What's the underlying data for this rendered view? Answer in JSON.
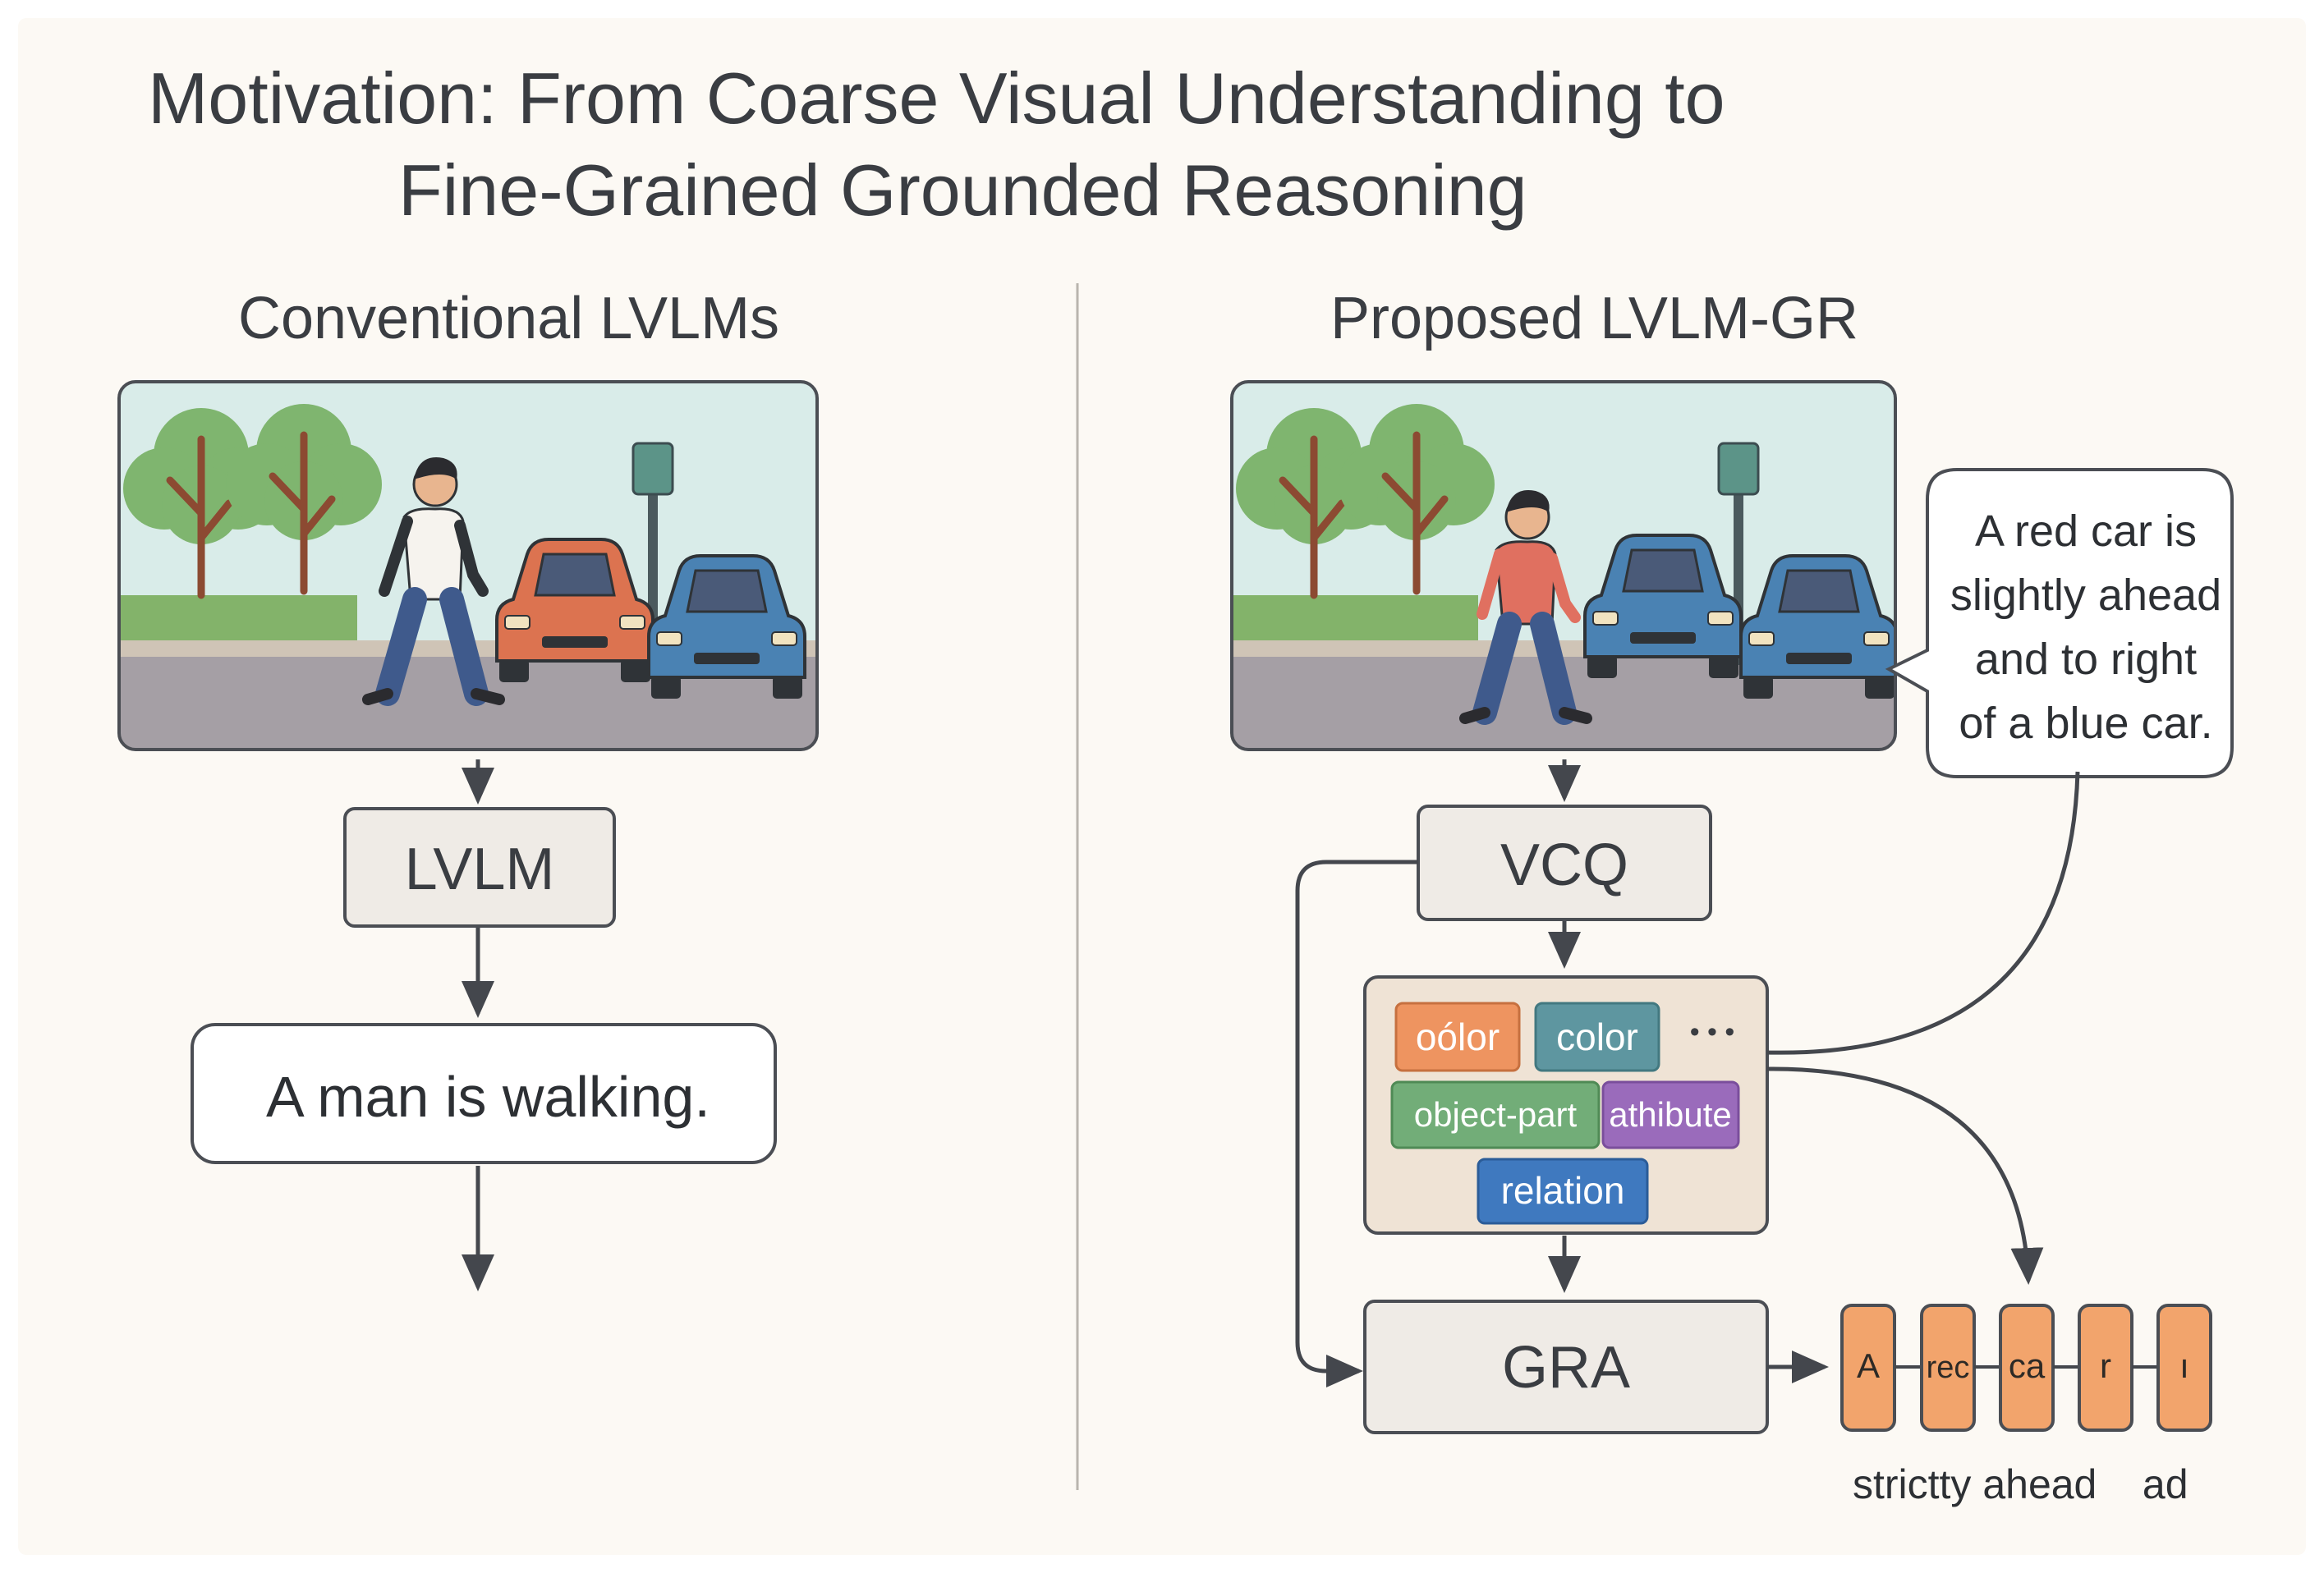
{
  "title": {
    "line1": "Motivation: From Coarse Visual Understanding to",
    "line2": "Fine-Grained Grounded Reasoning"
  },
  "left_panel": {
    "heading": "Conventional LVLMs",
    "model_label": "LVLM",
    "output_caption": "A man is walking."
  },
  "right_panel": {
    "heading": "Proposed LVLM-GR",
    "bubble_lines": [
      "A red car is",
      "slightly ahead",
      "and to right",
      "of a blue car."
    ],
    "vcq_label": "VCQ",
    "gra_label": "GRA",
    "chips": {
      "color_1": "oólor",
      "color_2": "color",
      "ellipsis": "• • •",
      "object_part": "object-part",
      "attribute": "athibute",
      "relation": "relation"
    },
    "tokens": [
      "A",
      "rec",
      "ca",
      "r",
      "ı"
    ],
    "token_caption": "strictty ahead    ad"
  },
  "colors": {
    "background": "#fcf9f4",
    "box_fill": "#efebe6",
    "chip_orange": "#ee9460",
    "chip_teal": "#5e96a0",
    "chip_green": "#72ad78",
    "chip_purple": "#9a6bbb",
    "chip_blue": "#3f79bf",
    "token_orange": "#f2a46c",
    "car_red": "#dc7350",
    "car_blue": "#4a82b3",
    "shirt_red": "#e07060"
  },
  "icons": [
    "tree-icon",
    "person-icon",
    "car-icon",
    "sign-post-icon",
    "arrow-icon"
  ]
}
